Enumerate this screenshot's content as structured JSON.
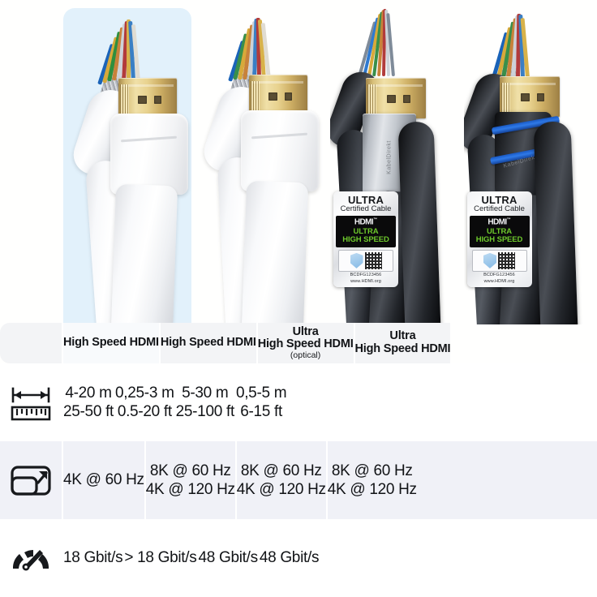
{
  "comparison": {
    "highlight_color": "#e2f1fb",
    "header_bg": "#f3f4f6",
    "row_tint": "#f0f1f7",
    "columns": [
      {
        "title": "High Speed HDMI",
        "note": "",
        "length_metric": "4-20 m",
        "length_imperial": "25-50 ft",
        "resolution_primary": "4K @ 60 Hz",
        "resolution_secondary": "",
        "bandwidth": "18 Gbit/s",
        "highlighted": true,
        "cable_style": "white-braided"
      },
      {
        "title": "High Speed HDMI",
        "note": "",
        "length_metric": "0,25-3 m",
        "length_imperial": "0.5-20 ft",
        "resolution_primary": "8K @ 60 Hz",
        "resolution_secondary": "4K @ 120 Hz",
        "bandwidth": "> 18 Gbit/s",
        "highlighted": false,
        "cable_style": "white-braided"
      },
      {
        "title": "Ultra\nHigh Speed HDMI",
        "title_line1": "Ultra",
        "title_line2": "High Speed HDMI",
        "note": "(optical)",
        "length_metric": "5-30 m",
        "length_imperial": "25-100 ft",
        "resolution_primary": "8K @ 60 Hz",
        "resolution_secondary": "4K @ 120 Hz",
        "bandwidth": "48 Gbit/s",
        "highlighted": false,
        "cable_style": "black-optical-silver-shell"
      },
      {
        "title": "Ultra\nHigh Speed HDMI",
        "title_line1": "Ultra",
        "title_line2": "High Speed HDMI",
        "note": "",
        "length_metric": "0,5-5 m",
        "length_imperial": "6-15 ft",
        "resolution_primary": "8K @ 60 Hz",
        "resolution_secondary": "4K @ 120 Hz",
        "bandwidth": "48 Gbit/s",
        "highlighted": false,
        "cable_style": "black-blue-stripe"
      }
    ],
    "rows": [
      {
        "icon": "length-ruler-icon",
        "label": "Length"
      },
      {
        "icon": "resolution-screen-icon",
        "label": "Resolution"
      },
      {
        "icon": "speedometer-icon",
        "label": "Bandwidth"
      }
    ]
  },
  "certification_label": {
    "title": "ULTRA",
    "subtitle": "Certified Cable",
    "hdmi_wordmark": "HDMI",
    "trademark": "™",
    "speed_line1": "ULTRA",
    "speed_line2": "HIGH SPEED",
    "code": "BCDFG123456",
    "url": "www.HDMI.org",
    "green": "#6ec92c"
  },
  "cable_markings": {
    "optical_shell_brand": "KabelDirekt",
    "blue_stripe_brand": "KabelDirekt"
  }
}
